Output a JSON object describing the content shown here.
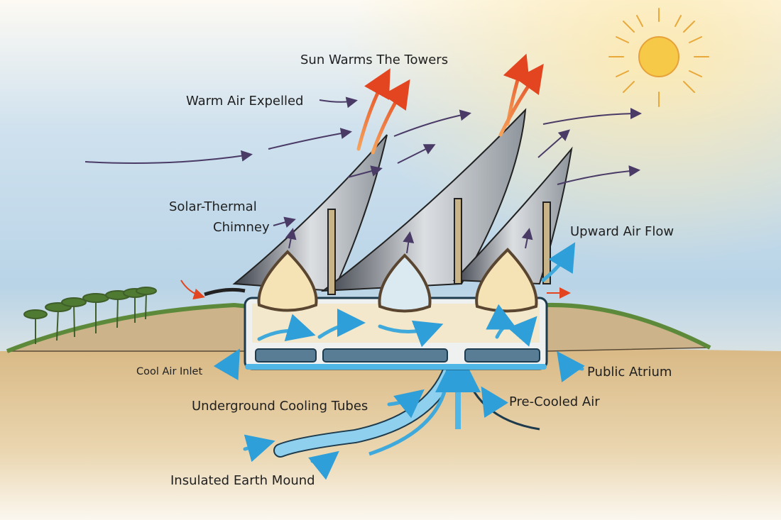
{
  "labels": {
    "sun_warms": "Sun Warms The Towers",
    "warm_air": "Warm Air Expelled",
    "chimney_line1": "Solar-Thermal",
    "chimney_line2": "Chimney",
    "upward_flow": "Upward Air Flow",
    "cool_inlet": "Cool Air Inlet",
    "atrium": "Public Atrium",
    "cooling_tubes": "Underground Cooling Tubes",
    "pre_cooled": "Pre-Cooled Air",
    "earth_mound": "Insulated Earth Mound"
  },
  "colors": {
    "sky": "#a9cbe3",
    "sun": "#f7c948",
    "warm_arrow": "#e8612c",
    "wind_arrow": "#4a3a66",
    "cool_air": "#3fa9dc",
    "sand": "#e2c89a",
    "grass": "#5d8a3a"
  }
}
